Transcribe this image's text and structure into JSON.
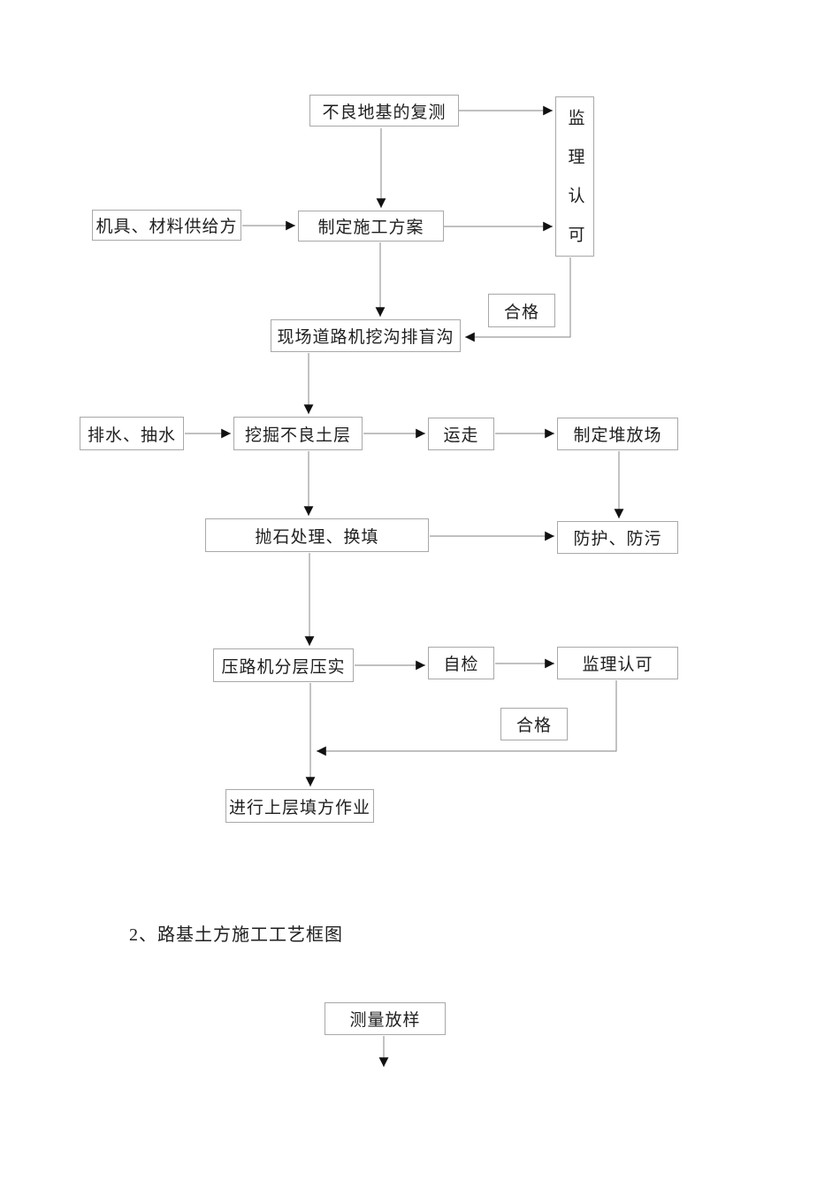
{
  "document": {
    "background_color": "#ffffff",
    "box_border_color": "#a8a8a8",
    "line_color": "#9b9b9b",
    "arrow_color": "#111111",
    "text_color": "#1f1f1f",
    "section_heading": "2、路基土方施工工艺框图"
  },
  "flowchart_soft_foundation": {
    "nodes": {
      "recheck_poor_foundation": "不良地基的复测",
      "supervisor_approval_1": "监理认可",
      "equipment_material_supply": "机具、材料供给方",
      "construction_plan": "制定施工方案",
      "qualified_1": "合格",
      "site_trench_blind_drain": "现场道路机挖沟排盲沟",
      "drainage_pumping": "排水、抽水",
      "excavate_poor_soil": "挖掘不良土层",
      "haul_away": "运走",
      "stockpile_site": "制定堆放场",
      "riprap_replacement": "抛石处理、换填",
      "protection_antipollution": "防护、防污",
      "roller_compaction": "压路机分层压实",
      "self_inspection": "自检",
      "supervisor_approval_2": "监理认可",
      "qualified_2": "合格",
      "upper_layer_filling": "进行上层填方作业"
    }
  },
  "flowchart_subgrade_earthwork": {
    "nodes": {
      "survey_layout": "测量放样"
    }
  }
}
